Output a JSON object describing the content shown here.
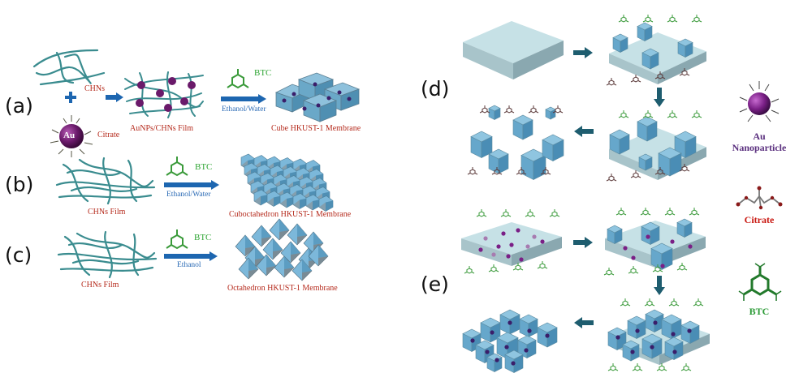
{
  "panels": {
    "a": {
      "label": "(a)",
      "fiber_label": "CHNs",
      "ligand_label": "Citrate",
      "particle_label": "Au",
      "intermediate_label": "AuNPs/CHNs Film",
      "reagent_label": "BTC",
      "solvent_label": "Ethanol/Water",
      "product_label": "Cube HKUST-1 Membrane"
    },
    "b": {
      "label": "(b)",
      "film_label": "CHNs Film",
      "reagent_label": "BTC",
      "solvent_label": "Ethanol/Water",
      "product_label": "Cuboctahedron HKUST-1 Membrane"
    },
    "c": {
      "label": "(c)",
      "film_label": "CHNs Film",
      "reagent_label": "BTC",
      "solvent_label": "Ethanol",
      "product_label": "Octahedron HKUST-1 Membrane"
    },
    "d": {
      "label": "(d)"
    },
    "e": {
      "label": "(e)"
    }
  },
  "legend": {
    "au": {
      "line1": "Au",
      "line2": "Nanoparticle",
      "color": "#5a2f7e"
    },
    "citrate": {
      "label": "Citrate",
      "color": "#c8160f"
    },
    "btc": {
      "label": "BTC",
      "color": "#2a9a35"
    }
  },
  "colors": {
    "fiber": "#3a8c8f",
    "arrow_blue": "#1d66b0",
    "arrow_teal": "#1e5d6f",
    "crystal": "#6fb2d6",
    "substrate": "#b9dbe2",
    "au": "#6a1a6a"
  }
}
